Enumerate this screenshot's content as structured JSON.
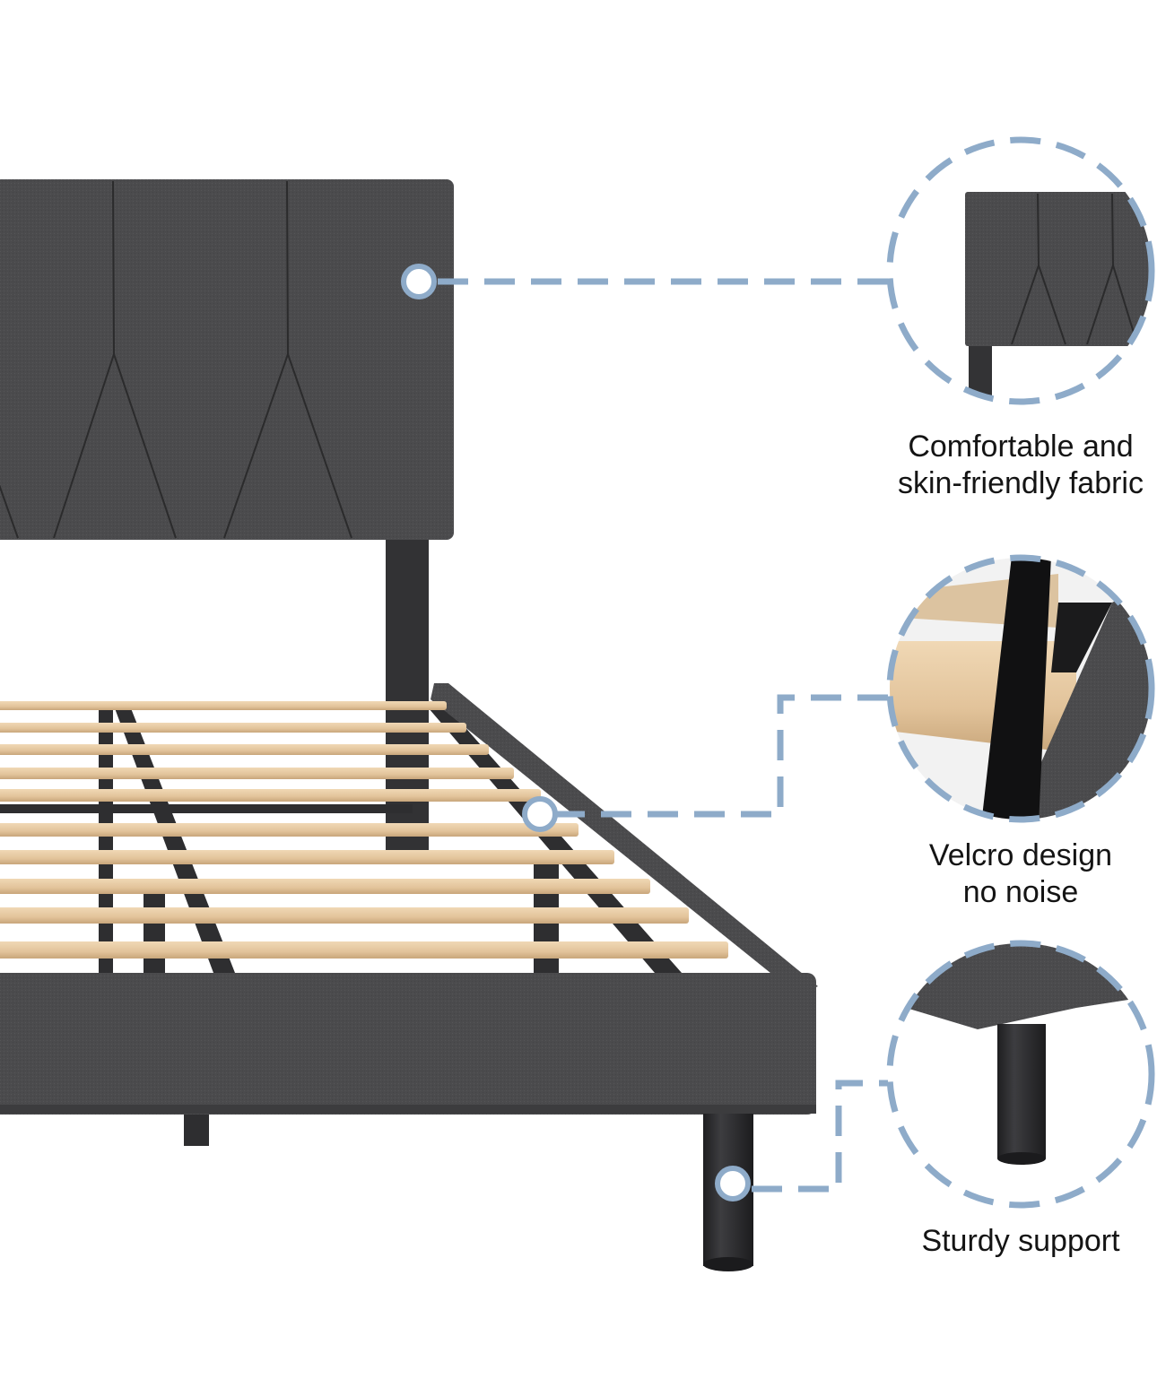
{
  "image": {
    "subject": "Upholstered platform bed frame feature callouts",
    "colors": {
      "fabric": "#4a4a4c",
      "fabric_dark": "#3a3a3c",
      "seam": "#2a2a2b",
      "wood_slat": "#e6c9a2",
      "wood_shadow": "#c9a77c",
      "metal_frame": "#2f2f31",
      "callout_blue": "#8eabc9",
      "background": "#ffffff"
    }
  },
  "callouts": [
    {
      "id": "fabric",
      "icon": "headboard-fabric-detail",
      "lines": [
        "Comfortable and",
        "skin-friendly fabric"
      ]
    },
    {
      "id": "velcro",
      "icon": "velcro-strap-detail",
      "lines": [
        "Velcro design",
        "no noise"
      ]
    },
    {
      "id": "support",
      "icon": "bed-leg-detail",
      "lines": [
        "Sturdy support"
      ]
    }
  ]
}
